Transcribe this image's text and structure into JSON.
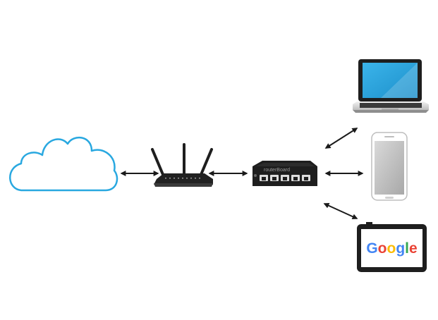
{
  "diagram": {
    "nodes": [
      {
        "id": "internet",
        "kind": "cloud"
      },
      {
        "id": "wifi-router",
        "kind": "router"
      },
      {
        "id": "routerboard",
        "kind": "switch",
        "brand_text": "routerBoard"
      },
      {
        "id": "laptop",
        "kind": "laptop"
      },
      {
        "id": "smartphone",
        "kind": "phone"
      },
      {
        "id": "tablet",
        "kind": "tablet",
        "screen_text": "Google"
      }
    ],
    "links": [
      {
        "from": "internet",
        "to": "wifi-router",
        "style": "double-arrow"
      },
      {
        "from": "wifi-router",
        "to": "routerboard",
        "style": "double-arrow"
      },
      {
        "from": "routerboard",
        "to": "laptop",
        "style": "double-arrow"
      },
      {
        "from": "routerboard",
        "to": "smartphone",
        "style": "double-arrow"
      },
      {
        "from": "routerboard",
        "to": "tablet",
        "style": "double-arrow"
      }
    ],
    "colors": {
      "cloud_stroke": "#29a8e0",
      "device_dark": "#1e1e1e",
      "laptop_screen": "#2aa3dc",
      "arrow": "#1a1a1a",
      "google_blue": "#4285F4",
      "google_red": "#EA4335",
      "google_yellow": "#FBBC05",
      "google_green": "#34A853"
    }
  }
}
